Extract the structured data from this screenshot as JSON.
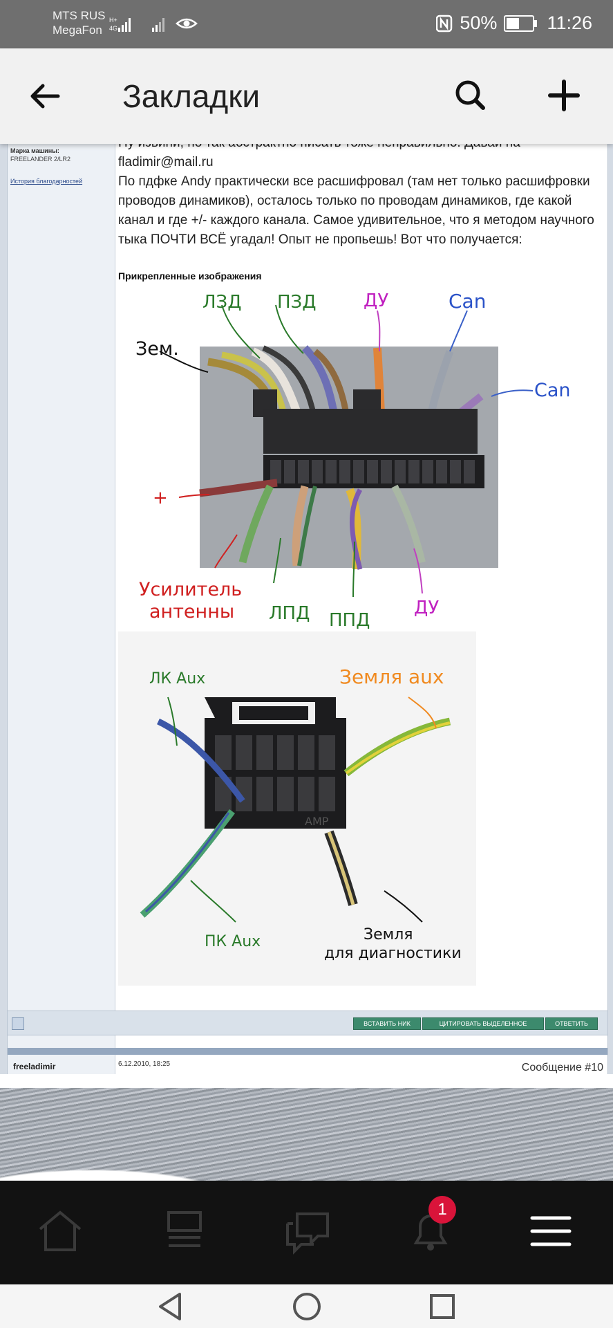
{
  "status_bar": {
    "carrier1": "MTS RUS",
    "carrier2": "MegaFon",
    "battery_pct_text": "50%",
    "battery_level": 0.5,
    "time": "11:26"
  },
  "top_bar": {
    "title": "Закладки",
    "back_icon": "arrow-left-icon",
    "search_icon": "search-icon",
    "add_icon": "plus-icon"
  },
  "post": {
    "user_meta_line1": "Марка машины:",
    "user_meta_line2": "FREELANDER 2/LR2",
    "history_link": "История благодарностей",
    "partial_line": "Ну извини, но так абстрактно писать тоже неправильно. Давай на",
    "email": "fladimir@mail.ru",
    "text": "По пдфке Andy практически все расшифровал (там нет только расшифровки проводов динамиков), осталось только по проводам динамиков, где какой канал и где +/- каждого канала. Самое удивительное, что я методом научного тыка ПОЧТИ ВСЁ угадал! Опыт не пропьешь! Вот что получается:",
    "attachments_label": "Прикрепленные изображения",
    "image1_labels": {
      "lzd": "ЛЗД",
      "pzd": "ПЗД",
      "du_top": "ДУ",
      "can_top": "Can",
      "zem": "Зем.",
      "can_right": "Can",
      "plus": "+",
      "amp1": "Усилитель",
      "amp2": "антенны",
      "lpd": "ЛПД",
      "ppd": "ППД",
      "du_bottom": "ДУ"
    },
    "image2_labels": {
      "lk_aux": "ЛК Aux",
      "ground_aux": "Земля aux",
      "pk_aux": "ПК Aux",
      "diag1": "Земля",
      "diag2": "для диагностики",
      "amp": "AMP"
    },
    "buttons": {
      "insert_nick": "ВСТАВИТЬ НИК",
      "quote_selected": "ЦИТИРОВАТЬ ВЫДЕЛЕННОЕ",
      "reply": "ОТВЕТИТЬ"
    }
  },
  "next_post": {
    "author": "freeladimir",
    "date": "6.12.2010, 18:25",
    "message_no": "Сообщение #10"
  },
  "bottom_nav": {
    "notification_count": "1",
    "items": [
      "home-icon",
      "feed-icon",
      "chat-icon",
      "bell-icon",
      "menu-icon"
    ]
  },
  "colors": {
    "status_bar": "#6f6f6f",
    "top_bar": "#f1f1f1",
    "forum_bg": "#d4dbe4",
    "badge": "#d9143a",
    "button_green": "#3c8a6d"
  }
}
